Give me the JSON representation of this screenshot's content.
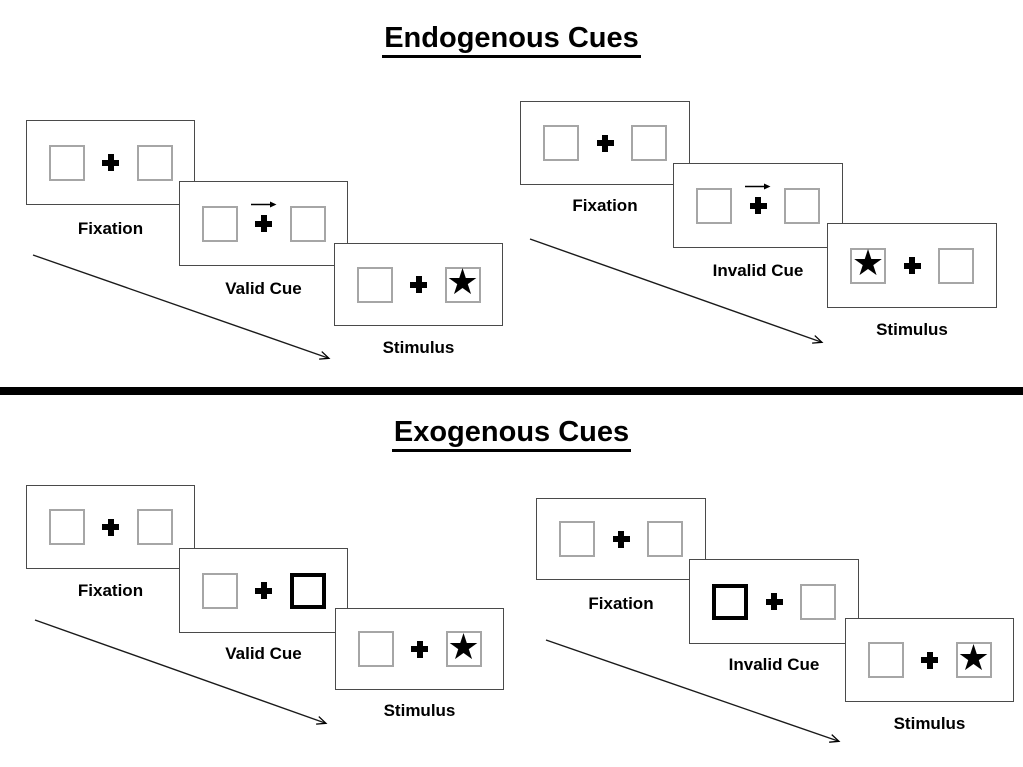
{
  "diagram": {
    "kind": "posner-cueing-task",
    "sections": [
      {
        "title": "Endogenous Cues",
        "cue_style": "central arrow above fixation cross",
        "groups": [
          {
            "condition": "valid",
            "panels": [
              {
                "label": "Fixation",
                "type": "fixation"
              },
              {
                "label": "Valid Cue",
                "type": "cue",
                "cue": "arrow-right"
              },
              {
                "label": "Stimulus",
                "type": "stimulus",
                "star_side": "right"
              }
            ]
          },
          {
            "condition": "invalid",
            "panels": [
              {
                "label": "Fixation",
                "type": "fixation"
              },
              {
                "label": "Invalid Cue",
                "type": "cue",
                "cue": "arrow-right"
              },
              {
                "label": "Stimulus",
                "type": "stimulus",
                "star_side": "left"
              }
            ]
          }
        ]
      },
      {
        "title": "Exogenous Cues",
        "cue_style": "peripheral box highlight (thick border)",
        "groups": [
          {
            "condition": "valid",
            "panels": [
              {
                "label": "Fixation",
                "type": "fixation"
              },
              {
                "label": "Valid Cue",
                "type": "cue",
                "cue": "box-highlight-right"
              },
              {
                "label": "Stimulus",
                "type": "stimulus",
                "star_side": "right"
              }
            ]
          },
          {
            "condition": "invalid",
            "panels": [
              {
                "label": "Fixation",
                "type": "fixation"
              },
              {
                "label": "Invalid Cue",
                "type": "cue",
                "cue": "box-highlight-left"
              },
              {
                "label": "Stimulus",
                "type": "stimulus",
                "star_side": "right"
              }
            ]
          }
        ]
      }
    ],
    "glyphs": {
      "star": "★"
    },
    "colors": {
      "ink": "#000000",
      "panel_border": "#4a4a4a",
      "box_border": "#a6a6a6",
      "background": "#ffffff"
    }
  }
}
